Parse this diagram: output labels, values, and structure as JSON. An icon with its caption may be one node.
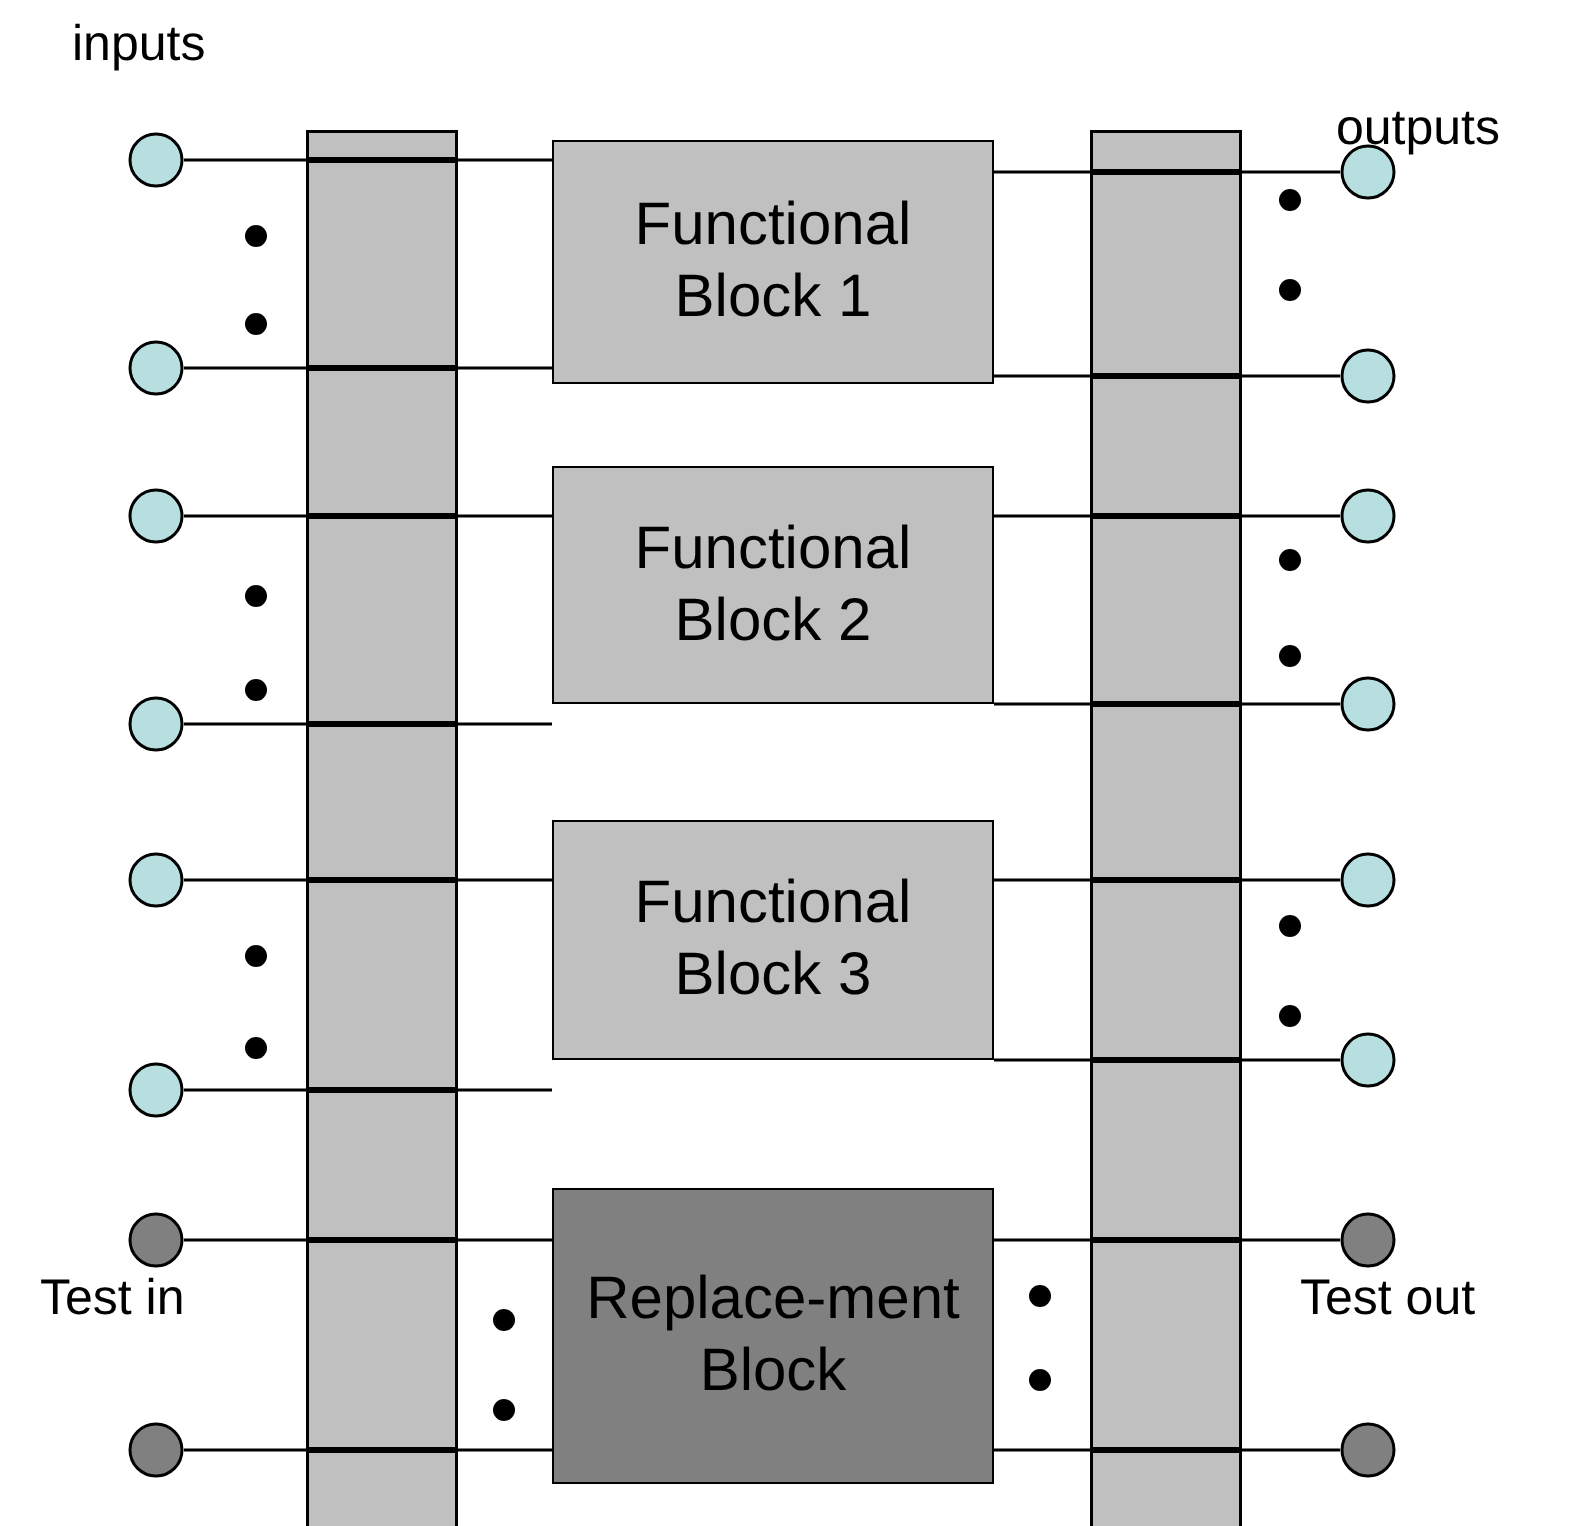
{
  "diagram": {
    "nodes": [
      {
        "text": [],
        "shape": "bar"
      },
      {
        "text": [],
        "shape": "bar"
      },
      {
        "text": [
          "Functional Block 1"
        ]
      },
      {
        "text": [
          "Functional Block 2"
        ]
      },
      {
        "text": [
          "Functional Block 3"
        ]
      },
      {
        "text": [
          "Replace-ment Block"
        ]
      },
      {
        "text": [],
        "shape": "circle"
      },
      {
        "text": [],
        "shape": "circle"
      },
      {
        "text": [],
        "shape": "circle"
      },
      {
        "text": [],
        "shape": "circle"
      },
      {
        "text": [],
        "shape": "circle"
      },
      {
        "text": [],
        "shape": "circle"
      },
      {
        "text": [],
        "shape": "circle"
      },
      {
        "text": [],
        "shape": "circle"
      },
      {
        "text": [],
        "shape": "circle"
      },
      {
        "text": [],
        "shape": "circle"
      },
      {
        "text": [],
        "shape": "circle"
      },
      {
        "text": [],
        "shape": "circle"
      },
      {
        "text": [],
        "shape": "circle"
      },
      {
        "text": [],
        "shape": "circle"
      },
      {
        "text": [],
        "shape": "circle"
      },
      {
        "text": [],
        "shape": "circle"
      }
    ],
    "edges": [
      {
        "from": 6,
        "to": 0,
        "arrow": "none"
      },
      {
        "from": 0,
        "to": 2,
        "arrow": "none"
      },
      {
        "from": 7,
        "to": 0,
        "arrow": "none"
      },
      {
        "from": 0,
        "to": 2,
        "arrow": "none"
      },
      {
        "from": 8,
        "to": 0,
        "arrow": "none"
      },
      {
        "from": 0,
        "to": 3,
        "arrow": "none"
      },
      {
        "from": 9,
        "to": 0,
        "arrow": "none"
      },
      {
        "from": 0,
        "to": 3,
        "arrow": "none"
      },
      {
        "from": 10,
        "to": 0,
        "arrow": "none"
      },
      {
        "from": 0,
        "to": 4,
        "arrow": "none"
      },
      {
        "from": 11,
        "to": 0,
        "arrow": "none"
      },
      {
        "from": 0,
        "to": 4,
        "arrow": "none"
      },
      {
        "from": 12,
        "to": 0,
        "arrow": "none"
      },
      {
        "from": 0,
        "to": 5,
        "arrow": "none"
      },
      {
        "from": 13,
        "to": 0,
        "arrow": "none"
      },
      {
        "from": 0,
        "to": 5,
        "arrow": "none"
      },
      {
        "from": 2,
        "to": 1,
        "arrow": "none"
      },
      {
        "from": 1,
        "to": 14,
        "arrow": "none"
      },
      {
        "from": 2,
        "to": 1,
        "arrow": "none"
      },
      {
        "from": 1,
        "to": 15,
        "arrow": "none"
      },
      {
        "from": 3,
        "to": 1,
        "arrow": "none"
      },
      {
        "from": 1,
        "to": 16,
        "arrow": "none"
      },
      {
        "from": 3,
        "to": 1,
        "arrow": "none"
      },
      {
        "from": 1,
        "to": 17,
        "arrow": "none"
      },
      {
        "from": 4,
        "to": 1,
        "arrow": "none"
      },
      {
        "from": 1,
        "to": 18,
        "arrow": "none"
      },
      {
        "from": 4,
        "to": 1,
        "arrow": "none"
      },
      {
        "from": 1,
        "to": 19,
        "arrow": "none"
      },
      {
        "from": 5,
        "to": 1,
        "arrow": "none"
      },
      {
        "from": 1,
        "to": 20,
        "arrow": "none"
      },
      {
        "from": 5,
        "to": 1,
        "arrow": "none"
      },
      {
        "from": 1,
        "to": 21,
        "arrow": "none"
      }
    ],
    "labels": [
      "inputs",
      "outputs",
      "Test in",
      "Test out"
    ]
  }
}
